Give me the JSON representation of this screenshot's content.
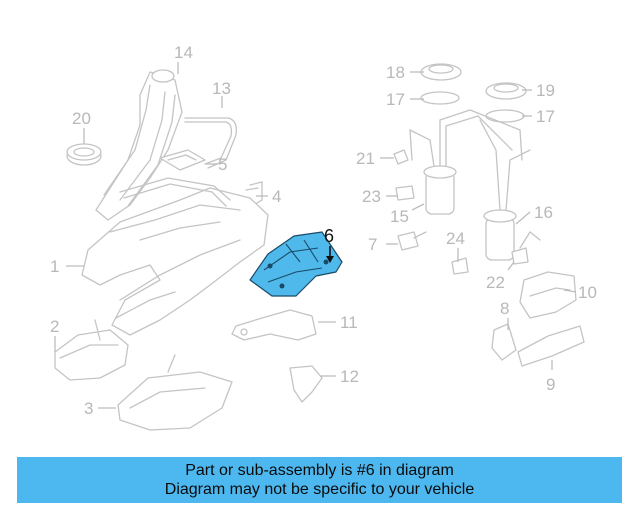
{
  "diagram": {
    "highlight_color": "#4db8f0",
    "highlighted_part": "6",
    "callouts": {
      "c1": "1",
      "c2": "2",
      "c3": "3",
      "c4": "4",
      "c5": "5",
      "c6": "6",
      "c7": "7",
      "c8": "8",
      "c9": "9",
      "c10": "10",
      "c11": "11",
      "c12": "12",
      "c13": "13",
      "c14": "14",
      "c15": "15",
      "c16": "16",
      "c17a": "17",
      "c17b": "17",
      "c18": "18",
      "c19": "19",
      "c20": "20",
      "c21": "21",
      "c22": "22",
      "c23": "23",
      "c24": "24"
    }
  },
  "banner": {
    "line1": "Part or sub-assembly is #6 in diagram",
    "line2": "Diagram may not be specific to your vehicle"
  }
}
